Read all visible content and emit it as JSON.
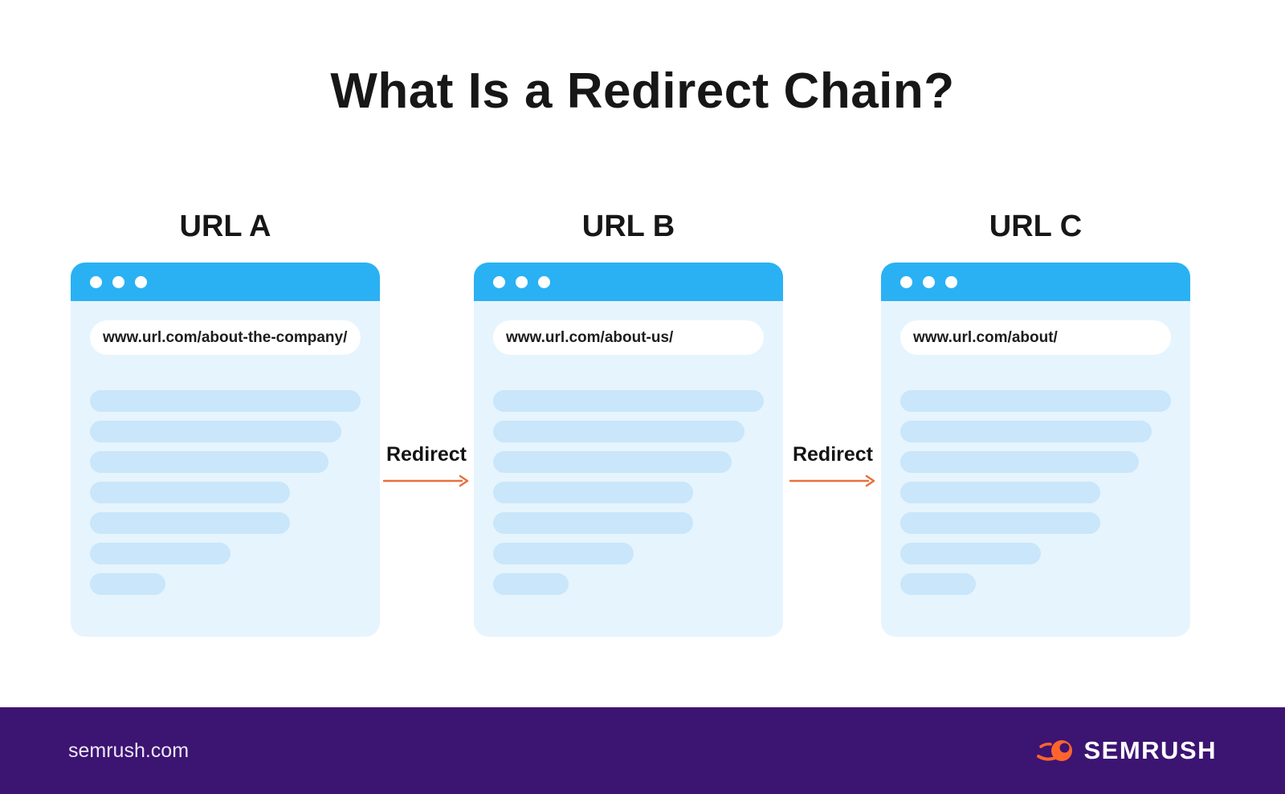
{
  "title": "What Is a Redirect Chain?",
  "diagram": {
    "panels": [
      {
        "label": "URL A",
        "url": "www.url.com/about-the-company/"
      },
      {
        "label": "URL B",
        "url": "www.url.com/about-us/"
      },
      {
        "label": "URL C",
        "url": "www.url.com/about/"
      }
    ],
    "connectors": [
      {
        "label": "Redirect"
      },
      {
        "label": "Redirect"
      }
    ],
    "icons": {
      "window_dots": "window-dot-icons",
      "arrow": "right-arrow-icon"
    }
  },
  "footer": {
    "website": "semrush.com",
    "brand": "SEMRUSH",
    "logo_icon": "semrush-flame-icon"
  },
  "colors": {
    "title_text": "#171717",
    "browser_titlebar_blue": "#2AB1F3",
    "browser_body_blue": "#E6F4FD",
    "skeleton_line_blue": "#C9E6FA",
    "arrow_orange": "#E9703C",
    "footer_purple": "#3C1472",
    "brand_orange": "#FF642D",
    "background": "#FFFFFF"
  }
}
